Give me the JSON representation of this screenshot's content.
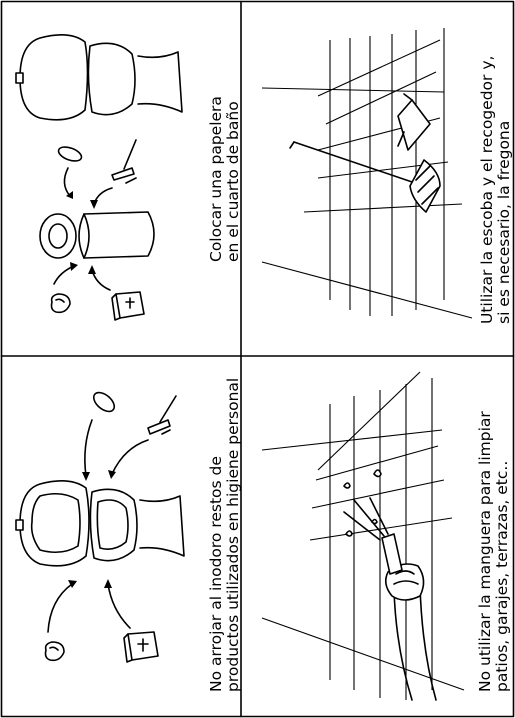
{
  "panels": {
    "top_left": {
      "line1": "Colocar una papelera",
      "line2": "en el cuarto de baño",
      "icon": "toilet-and-waste-bin-illustration"
    },
    "top_right": {
      "line1": "Utilizar la escoba y el recogedor y,",
      "line2": "si es necesario, la fregona",
      "icon": "broom-and-dustpan-illustration"
    },
    "bottom_left": {
      "line1": "No arrojar al inodoro restos de",
      "line2": "productos utilizados en higiene personal",
      "icon": "toilet-with-hygiene-waste-illustration"
    },
    "bottom_right": {
      "line1": "No utilizar la manguera para limpiar",
      "line2": "patios, garajes, terrazas, etc..",
      "icon": "hose-spraying-water-illustration"
    }
  }
}
